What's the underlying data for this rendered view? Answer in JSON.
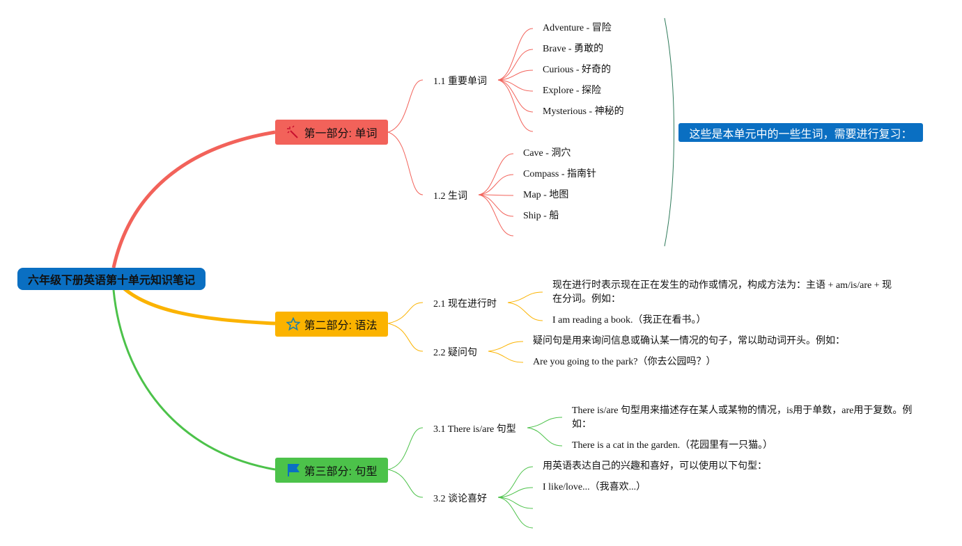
{
  "root": {
    "label": "六年级下册英语第十单元知识笔记"
  },
  "branches": [
    {
      "label": "第一部分: 单词",
      "color": "#f2625a",
      "icon": "magic-wand-icon",
      "subs": [
        {
          "label": "1.1 重要单词",
          "leaves": [
            "Adventure - 冒险",
            "Brave - 勇敢的",
            "Curious - 好奇的",
            "Explore - 探险",
            "Mysterious - 神秘的"
          ]
        },
        {
          "label": "1.2 生词",
          "leaves": [
            "Cave - 洞穴",
            "Compass - 指南针",
            "Map - 地图",
            "Ship - 船"
          ]
        }
      ]
    },
    {
      "label": "第二部分: 语法",
      "color": "#fbb300",
      "icon": "star-icon",
      "subs": [
        {
          "label": "2.1 现在进行时",
          "leaves": [
            "现在进行时表示现在正在发生的动作或情况，构成方法为：主语 + am/is/are + 现在分词。例如：",
            "I am reading a book.（我正在看书。）"
          ]
        },
        {
          "label": "2.2 疑问句",
          "leaves": [
            "疑问句是用来询问信息或确认某一情况的句子，常以助动词开头。例如：",
            "Are you going to the park?（你去公园吗？）"
          ]
        }
      ]
    },
    {
      "label": "第三部分: 句型",
      "color": "#4cc24a",
      "icon": "flag-icon",
      "subs": [
        {
          "label": "3.1 There is/are 句型",
          "leaves": [
            "There is/are 句型用来描述存在某人或某物的情况，is用于单数，are用于复数。例如：",
            "There is a cat in the garden.（花园里有一只猫。）"
          ]
        },
        {
          "label": "3.2 谈论喜好",
          "leaves": [
            "用英语表达自己的兴趣和喜好，可以使用以下句型：",
            "I like/love...（我喜欢...）"
          ]
        }
      ]
    }
  ],
  "summary": {
    "label": "这些是本单元中的一些生词，需要进行复习：",
    "color": "#0a6fc2"
  }
}
